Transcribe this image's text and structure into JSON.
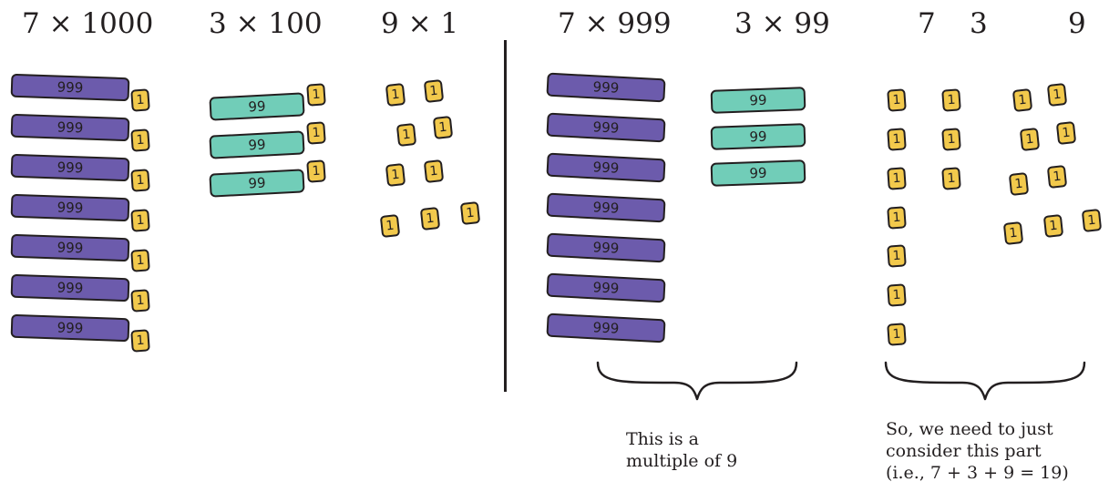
{
  "headers": {
    "thousands": "7 × 1000",
    "hundreds": "3 × 100",
    "units": "9 × 1",
    "thousands_rem": "7 × 999",
    "hundreds_rem": "3 × 99",
    "digit_7": "7",
    "digit_3": "3",
    "digit_9": "9"
  },
  "blocks": {
    "thousand_label": "999",
    "hundred_label": "99",
    "unit_label": "1"
  },
  "notes": {
    "multiple": [
      "This is a",
      "multiple of 9"
    ],
    "consider": [
      "So, we need to just",
      "consider this part",
      "(i.e., 7 + 3 + 9 = 19)"
    ]
  },
  "colors": {
    "purple_block": "#6c5bac",
    "teal_block": "#71cdb8",
    "yellow_unit": "#f2c94c",
    "outline": "#231f20"
  }
}
